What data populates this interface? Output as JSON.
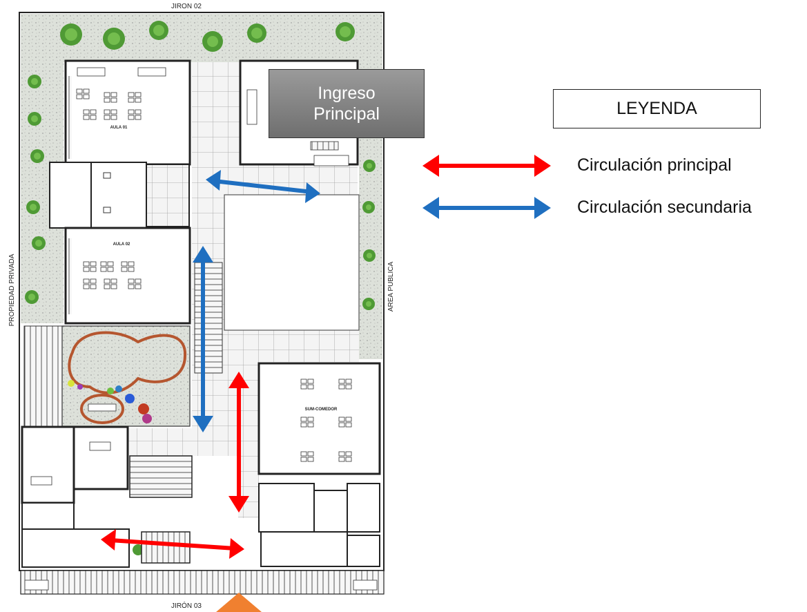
{
  "streets": {
    "top": "JIRON 02",
    "bottom": "JIRÓN 03",
    "left": "PROPIEDAD PRIVADA",
    "right": "AREA PUBLICA"
  },
  "rooms": {
    "aula1": "AULA 01",
    "aula2": "AULA 02",
    "sum": "SUM-COMEDOR"
  },
  "entrance": {
    "line1": "Ingreso",
    "line2": "Principal"
  },
  "legend": {
    "title": "LEYENDA",
    "items": [
      {
        "label": "Circulación principal",
        "color": "#ff0000"
      },
      {
        "label": "Circulación secundaria",
        "color": "#1f6fc0"
      }
    ]
  },
  "colors": {
    "garden": "#dfe3dc",
    "tree": "#4f9a35",
    "track": "#b5562f",
    "entry_marker": "#f08030"
  }
}
